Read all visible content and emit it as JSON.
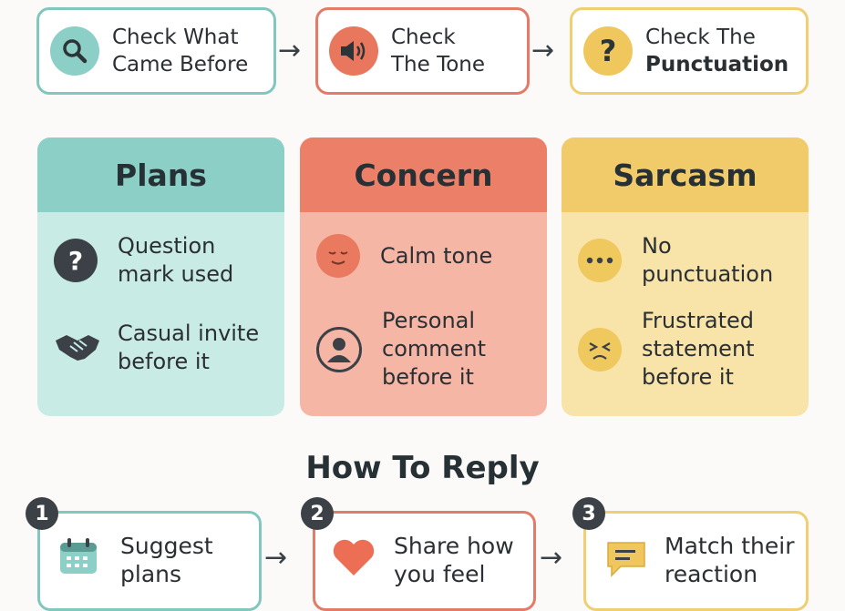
{
  "steps": [
    {
      "label_line1": "Check What",
      "label_line2": "Came Before",
      "icon": "magnifier-icon",
      "border": "#82c7be",
      "icon_bg": "#8ccfc6"
    },
    {
      "label_line1": "Check",
      "label_line2": "The Tone",
      "icon": "speaker-icon",
      "border": "#e27b67",
      "icon_bg": "#e9775d"
    },
    {
      "label_line1": "Check The",
      "label_line2": "Punctuation",
      "icon": "question-icon",
      "border": "#efcf72",
      "icon_bg": "#efc75d"
    }
  ],
  "categories": [
    {
      "title": "Plans",
      "head_color": "#8ccfc6",
      "body_color": "#c9ebe5",
      "items": [
        {
          "line1": "Question",
          "line2": "mark used",
          "icon": "question-mark-icon"
        },
        {
          "line1": "Casual invite",
          "line2": "before it",
          "icon": "handshake-icon"
        }
      ]
    },
    {
      "title": "Concern",
      "head_color": "#ec7f67",
      "body_color": "#f6b6a6",
      "items": [
        {
          "line1": "Calm tone",
          "icon": "calm-face-icon"
        },
        {
          "line1": "Personal",
          "line2": "comment",
          "line3": "before it",
          "icon": "person-icon"
        }
      ]
    },
    {
      "title": "Sarcasm",
      "head_color": "#f1cb69",
      "body_color": "#f8e3a9",
      "items": [
        {
          "line1": "No",
          "line2": "punctuation",
          "icon": "dots-icon"
        },
        {
          "line1": "Frustrated",
          "line2": "statement",
          "line3": "before it",
          "icon": "frustrated-face-icon"
        }
      ]
    }
  ],
  "reply": {
    "title": "How To Reply",
    "steps": [
      {
        "number": "1",
        "line1": "Suggest",
        "line2": "plans",
        "icon": "calendar-icon",
        "border": "#82c7be"
      },
      {
        "number": "2",
        "line1": "Share how",
        "line2": "you feel",
        "icon": "heart-icon",
        "border": "#e27b67"
      },
      {
        "number": "3",
        "line1": "Match their",
        "line2": "reaction",
        "icon": "chat-bubble-icon",
        "border": "#efcf72"
      }
    ]
  },
  "arrows": [
    "→",
    "→",
    "→",
    "→"
  ]
}
